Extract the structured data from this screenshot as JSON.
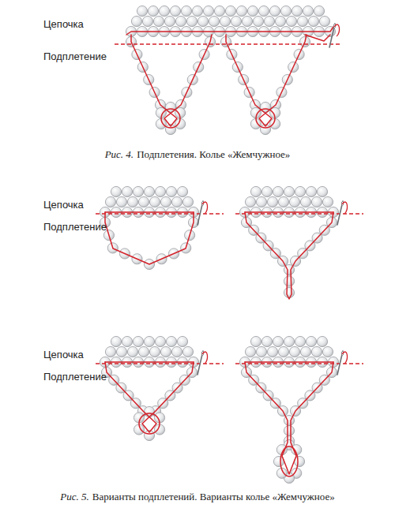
{
  "diagram": {
    "labels": [
      "Цепочка",
      "Подплетение",
      "Рис. 4.",
      "Подплетения. Колье «Жемчужное»",
      "Цепочка",
      "Подплетение",
      "Цепочка",
      "Подплетение",
      "Рис. 5.",
      "Варианты подплетений. Варианты колье «Жемчужное»"
    ]
  }
}
